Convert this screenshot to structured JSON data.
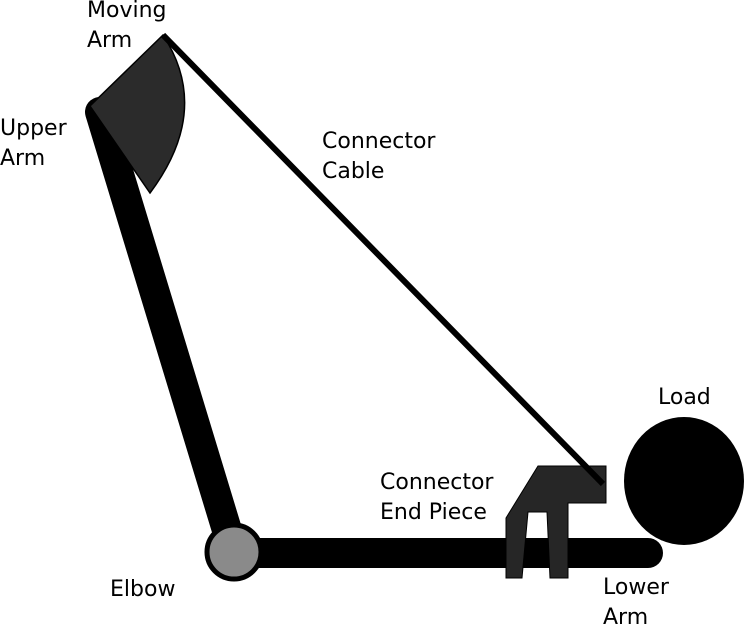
{
  "labels": {
    "moving_arm": [
      "Moving",
      "Arm"
    ],
    "upper_arm": [
      "Upper",
      "Arm"
    ],
    "connector_cable": [
      "Connector",
      "Cable"
    ],
    "load": [
      "Load"
    ],
    "connector_end_piece": [
      "Connector",
      "End Piece"
    ],
    "elbow": [
      "Elbow"
    ],
    "lower_arm": [
      "Lower",
      "Arm"
    ]
  },
  "colors": {
    "arm": "#000000",
    "moving_arm_fill": "#2b2b2b",
    "end_piece_fill": "#262626",
    "elbow_fill": "#8a8a8a",
    "load_fill": "#000000",
    "background": "#ffffff"
  }
}
